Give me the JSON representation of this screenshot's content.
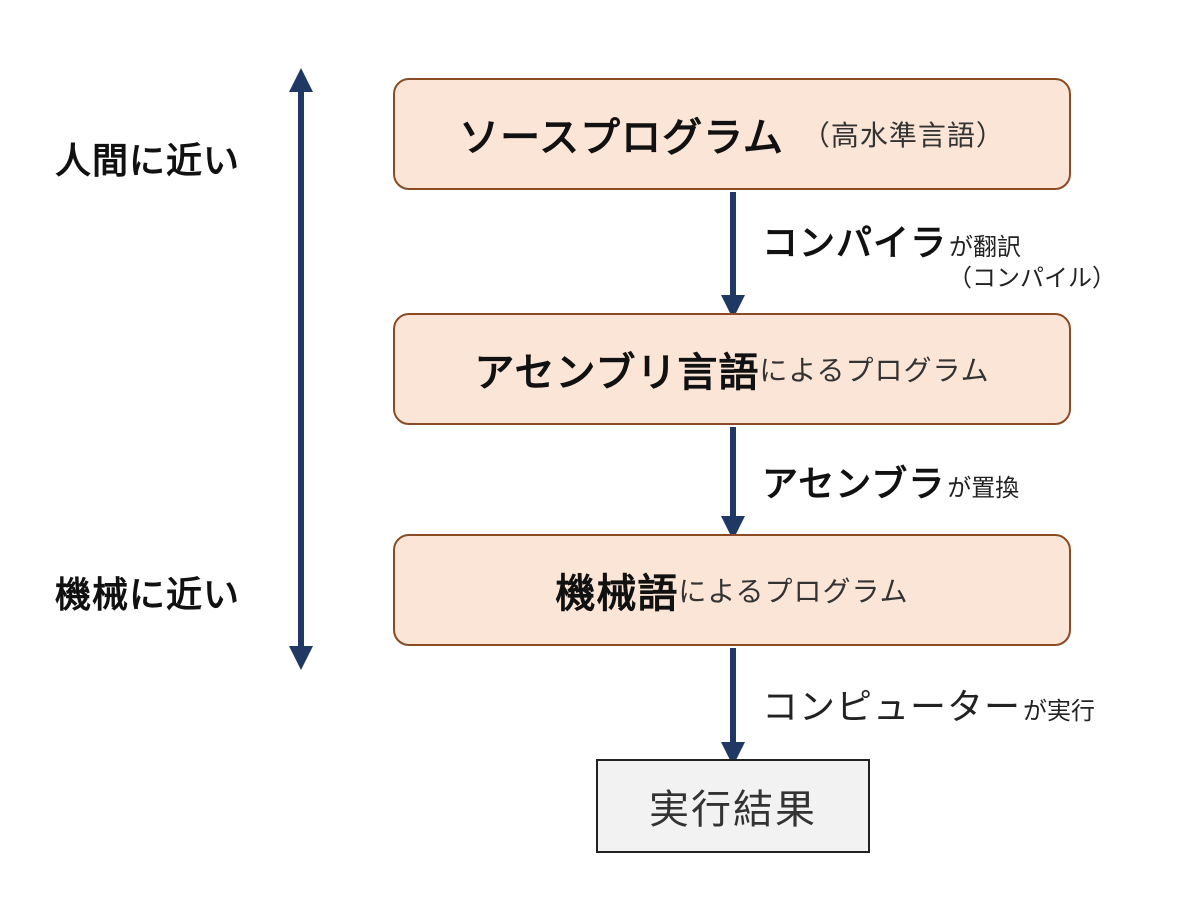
{
  "side_labels": {
    "top": "人間に近い",
    "bottom": "機械に近い"
  },
  "stages": [
    {
      "main": "ソースプログラム",
      "sub": "（高水準言語）"
    },
    {
      "main": "アセンブリ言語",
      "sub": "によるプログラム"
    },
    {
      "main": "機械語",
      "sub": "によるプログラム"
    }
  ],
  "transitions": [
    {
      "main": "コンパイラ",
      "sub": "が翻訳",
      "note": "（コンパイル）"
    },
    {
      "main": "アセンブラ",
      "sub": "が置換"
    },
    {
      "main": "コンピューター",
      "sub": "が実行"
    }
  ],
  "result": "実行結果",
  "colors": {
    "box_fill": "#fbe5d6",
    "box_border": "#8a4b25",
    "arrow": "#203864",
    "result_fill": "#f2f2f2"
  }
}
